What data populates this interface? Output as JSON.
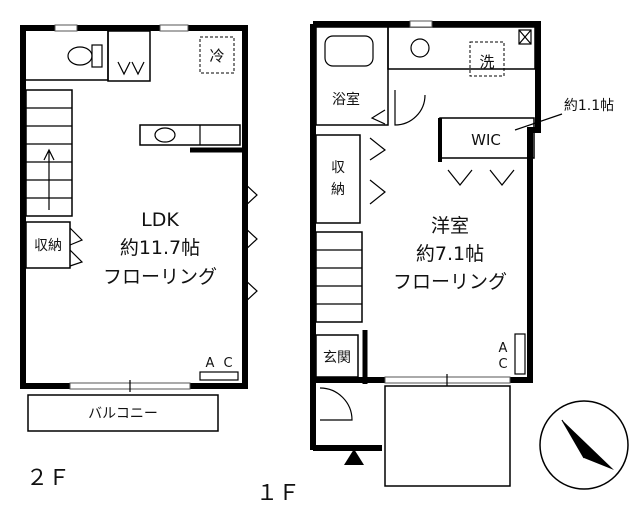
{
  "floor2": {
    "floor_label": "２Ｆ",
    "rooms": {
      "ldk": {
        "name": "LDK",
        "size": "約11.7帖",
        "floor": "フローリング"
      },
      "storage": "収納",
      "balcony": "バルコニー",
      "ac": [
        "A",
        "C"
      ],
      "fridge": "冷"
    }
  },
  "floor1": {
    "floor_label": "１Ｆ",
    "rooms": {
      "western": {
        "name": "洋室",
        "size": "約7.1帖",
        "floor": "フローリング"
      },
      "bath": "浴室",
      "wic": "WIC",
      "wic_size": "約1.1帖",
      "storage": [
        "収",
        "納"
      ],
      "entrance": "玄関",
      "washer": "洗",
      "ac": [
        "A",
        "C"
      ]
    }
  },
  "compass": {
    "direction": "north-pointer"
  }
}
